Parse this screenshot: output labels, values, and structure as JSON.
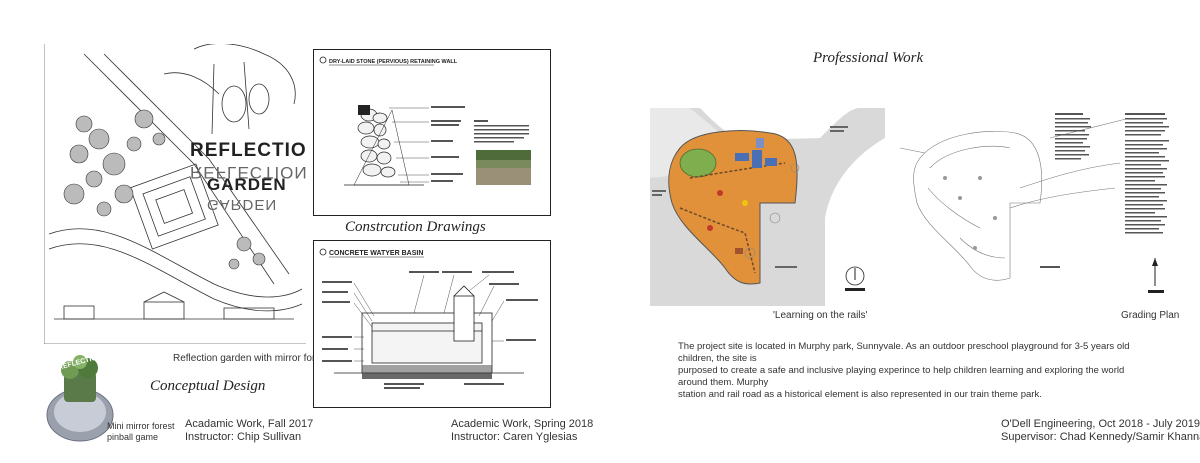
{
  "left": {
    "reflection_word": "REFLECTION",
    "garden_word": "GARDEN",
    "drawing_caption": "Reflection garden with mirror forest",
    "section_title": "Conceptual Design",
    "model_caption_1": "Mini mirror forest",
    "model_caption_2": "pinball game",
    "credit_line_1": "Acadamic Work, Fall 2017",
    "credit_line_2": "Instructor: Chip Sullivan",
    "model_sign": "REFLECTION"
  },
  "construction": {
    "section_title": "Constrcution Drawings",
    "sheet1_title": "DRY-LAID STONE (PERVIOUS) RETAINING WALL",
    "sheet2_title": "CONCRETE WATYER BASIN",
    "credit_line_1": "Academic Work, Spring 2018",
    "credit_line_2": "Instructor: Caren Yglesias"
  },
  "professional": {
    "section_title": "Professional Work",
    "plan1_caption": "'Learning on the rails'",
    "plan2_caption": "Grading Plan",
    "description": [
      "The project site is located in Murphy park, Sunnyvale. As an outdoor preschool playground for 3-5 years old children, the site is",
      "purposed to create a safe and inclusive playing experince to help children learning and exploring the world around them. Murphy",
      "station and rail road as a historical element is also represented in our train theme park."
    ],
    "credit_line_1": "O'Dell Engineering, Oct 2018 - July 2019",
    "credit_line_2": "Supervisor: Chad Kennedy/Samir Khanna"
  },
  "colors": {
    "ink": "#222222",
    "playground_orange": "#e0913a",
    "lawn_green": "#7fae4e",
    "rail_blue": "#4b6fb5",
    "caption_text": "#333333"
  }
}
